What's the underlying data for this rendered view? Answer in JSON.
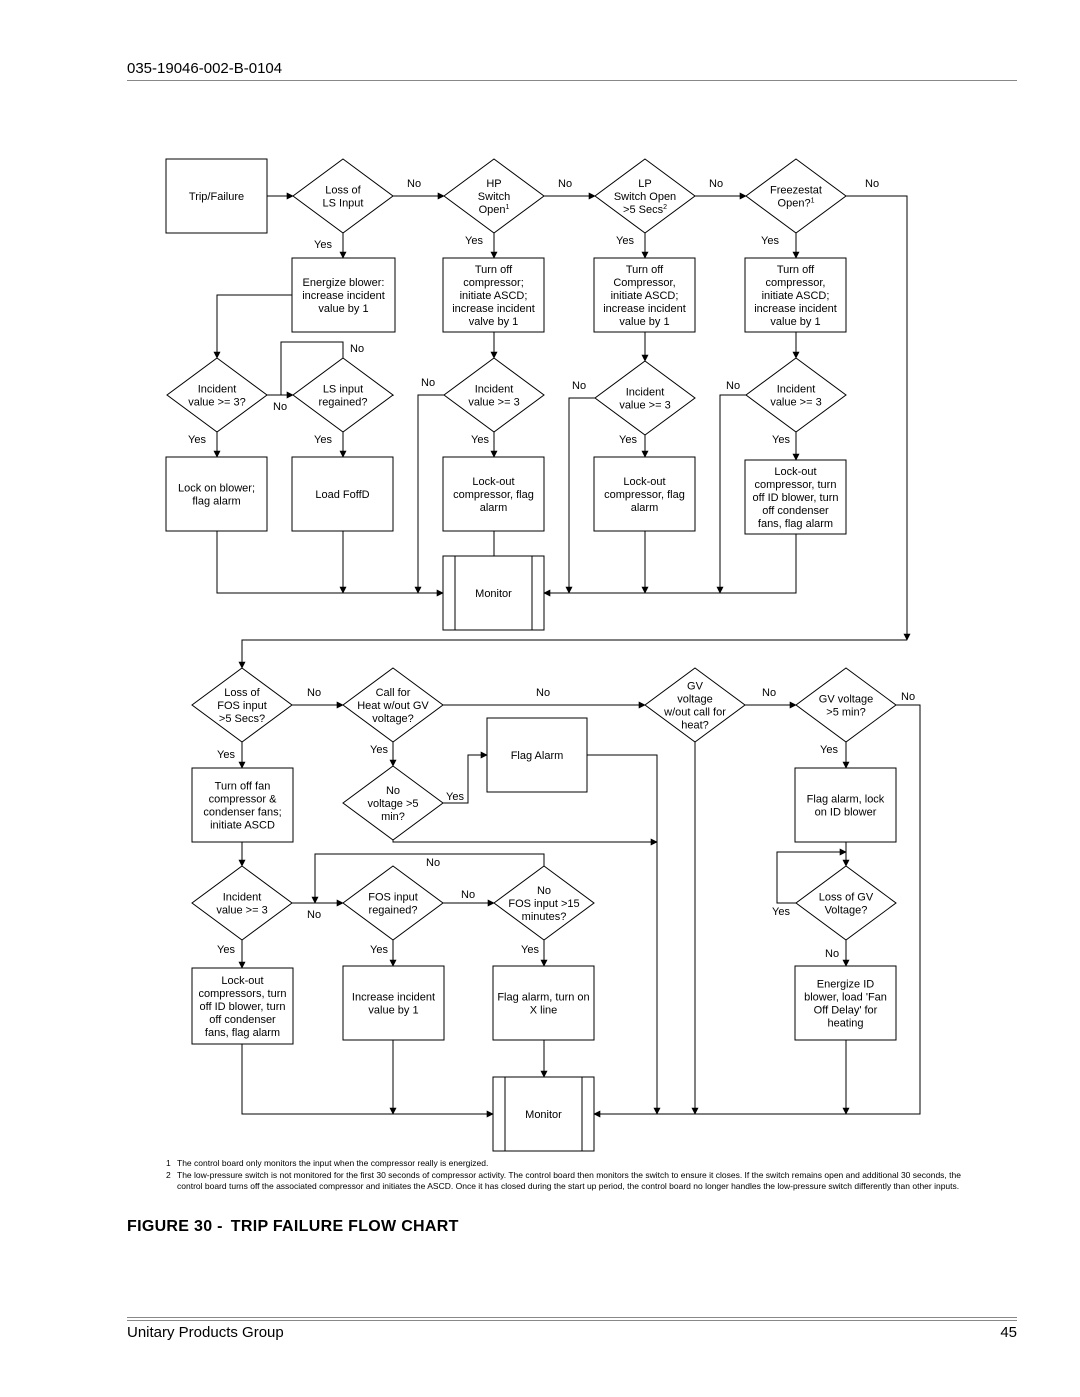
{
  "header": {
    "doc_id": "035-19046-002-B-0104"
  },
  "footer": {
    "company": "Unitary Products Group",
    "page_number": "45"
  },
  "figure": {
    "number": "FIGURE 30 -",
    "title": "TRIP FAILURE FLOW CHART"
  },
  "notes": [
    {
      "num": "1",
      "text": "The control board only monitors the input when the compressor really is energized."
    },
    {
      "num": "2",
      "text": "The low-pressure switch is not monitored for the first 30 seconds of compressor activity. The control board then monitors the switch to ensure it closes. If the switch remains open and additional 30 seconds, the control board turns off the associated compressor and initiates the ASCD.  Once it has closed during the start up period, the control board no longer handles the low-pressure switch differently than other inputs."
    }
  ],
  "diagram": {
    "nodes": {
      "trip_failure": [
        "Trip/Failure"
      ],
      "loss_ls_input": [
        "Loss of",
        "LS Input"
      ],
      "hp_switch_open": [
        "HP",
        "Switch",
        "Open"
      ],
      "lp_switch_open": [
        "LP",
        "Switch Open",
        ">5 Secs"
      ],
      "freezestat_open": [
        "Freezestat",
        "Open?"
      ],
      "energize_blower": [
        "Energize blower:",
        "increase incident",
        "value by 1"
      ],
      "hp_turn_off": [
        "Turn off",
        "compressor;",
        "initiate ASCD;",
        "increase incident",
        "valve by 1"
      ],
      "lp_turn_off": [
        "Turn off",
        "Compressor,",
        "initiate ASCD;",
        "increase incident",
        "value by 1"
      ],
      "fz_turn_off": [
        "Turn off",
        "compressor,",
        "initiate ASCD;",
        "increase incident",
        "value by 1"
      ],
      "incident_ge3_blower": [
        "Incident",
        "value >= 3?"
      ],
      "ls_input_regained": [
        "LS input",
        "regained?"
      ],
      "incident_ge3_hp": [
        "Incident",
        "value >= 3"
      ],
      "incident_ge3_lp": [
        "Incident",
        "value >= 3"
      ],
      "incident_ge3_fz": [
        "Incident",
        "value >= 3"
      ],
      "lock_on_blower": [
        "Lock on blower;",
        "flag alarm"
      ],
      "load_fofd": [
        "Load FoffD"
      ],
      "hp_lockout": [
        "Lock-out",
        "compressor, flag",
        "alarm"
      ],
      "lp_lockout": [
        "Lock-out",
        "compressor, flag",
        "alarm"
      ],
      "fz_lockout": [
        "Lock-out",
        "compressor, turn",
        "off ID blower, turn",
        "off condenser",
        "fans, flag alarm"
      ],
      "monitor_top": [
        "Monitor"
      ],
      "loss_fos_input": [
        "Loss of",
        "FOS input",
        ">5 Secs?"
      ],
      "call_for_heat": [
        "Call for",
        "Heat w/out GV",
        "voltage?"
      ],
      "gv_voltage_wo_call": [
        "GV",
        "voltage",
        "w/out call for",
        "heat?"
      ],
      "gv_voltage_5min": [
        "GV voltage",
        ">5 min?"
      ],
      "flag_alarm": [
        "Flag Alarm"
      ],
      "no_voltage_5min": [
        "No",
        "voltage >5",
        "min?"
      ],
      "flag_alarm_lock_id": [
        "Flag alarm, lock",
        "on ID blower"
      ],
      "turn_off_fan": [
        "Turn off fan",
        "compressor &",
        "condenser fans;",
        "initiate ASCD"
      ],
      "incident_ge3_fos": [
        "Incident",
        "value >= 3"
      ],
      "fos_input_regained": [
        "FOS input",
        "regained?"
      ],
      "no_fos_15min": [
        "No",
        "FOS input >15",
        "minutes?"
      ],
      "loss_of_gv_voltage": [
        "Loss of GV",
        "Voltage?"
      ],
      "fos_lockout": [
        "Lock-out",
        "compressors, turn",
        "off ID blower, turn",
        "off condenser",
        "fans, flag alarm"
      ],
      "increase_incident": [
        "Increase incident",
        "value by 1"
      ],
      "flag_alarm_x_line": [
        "Flag alarm, turn on",
        "X line"
      ],
      "energize_id_blower": [
        "Energize ID",
        "blower, load 'Fan",
        "Off Delay' for",
        "heating"
      ],
      "monitor_bottom": [
        "Monitor"
      ]
    },
    "superscripts": {
      "hp": "1",
      "lp": "2",
      "fz": "1"
    },
    "branch_labels": {
      "yes": "Yes",
      "no": "No"
    }
  }
}
